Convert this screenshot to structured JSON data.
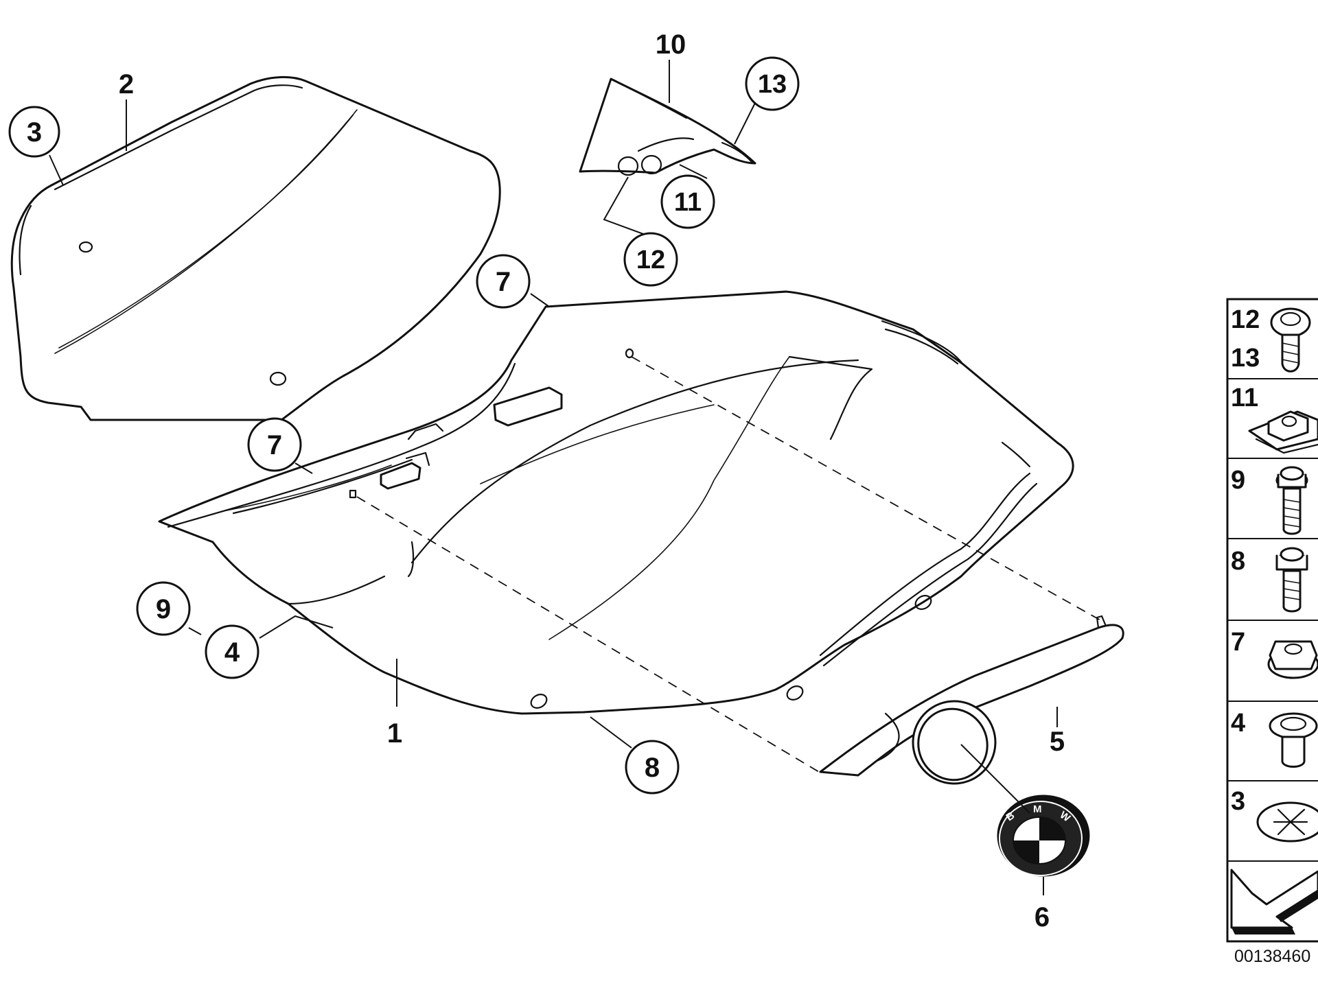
{
  "callouts": {
    "c1": "1",
    "c2": "2",
    "c3": "3",
    "c4": "4",
    "c5": "5",
    "c6": "6",
    "c7a": "7",
    "c7b": "7",
    "c8": "8",
    "c9": "9",
    "c10": "10",
    "c11": "11",
    "c12": "12",
    "c13": "13"
  },
  "legend": {
    "row1_top": "12",
    "row1_bottom": "13",
    "row2": "11",
    "row3": "9",
    "row4": "8",
    "row5": "7",
    "row6": "4",
    "row7": "3"
  },
  "emblem": {
    "letters": [
      "B",
      "M",
      "W"
    ]
  },
  "diagram_code": "00138460"
}
